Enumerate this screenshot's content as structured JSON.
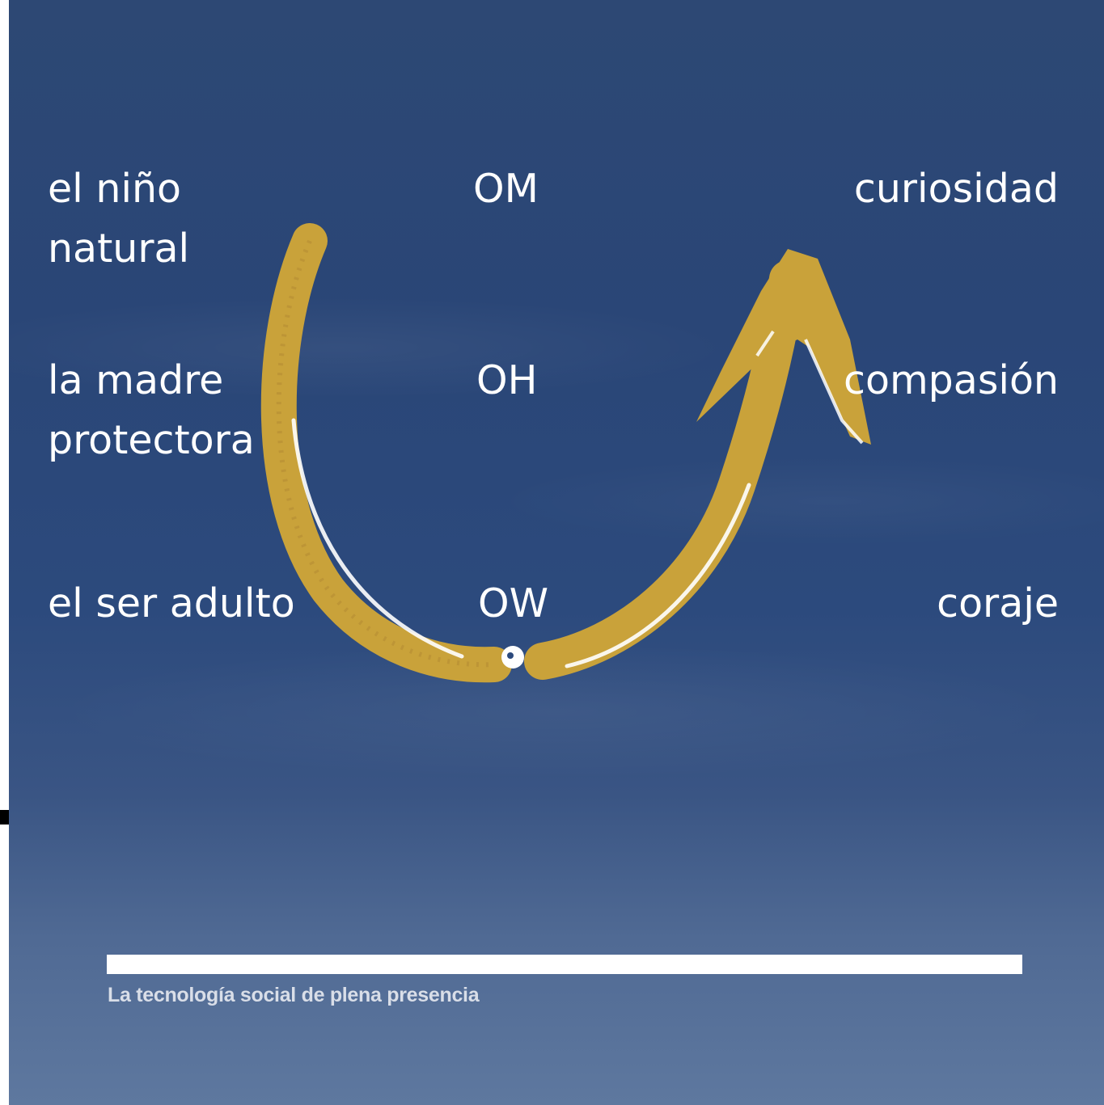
{
  "diagram": {
    "left_column": [
      {
        "text": "el niño\nnatural"
      },
      {
        "text": "la madre\nprotectora"
      },
      {
        "text": "el ser adulto"
      }
    ],
    "center_column": [
      {
        "text": "OM"
      },
      {
        "text": "OH"
      },
      {
        "text": "OW"
      }
    ],
    "right_column": [
      {
        "text": "curiosidad"
      },
      {
        "text": "compasión"
      },
      {
        "text": "coraje"
      }
    ],
    "arrow_color": "#c9a23a",
    "arrow_highlight": "#ffffff",
    "background_color": "#2c4a7d"
  },
  "footer": {
    "text": "La tecnología social de plena presencia"
  }
}
